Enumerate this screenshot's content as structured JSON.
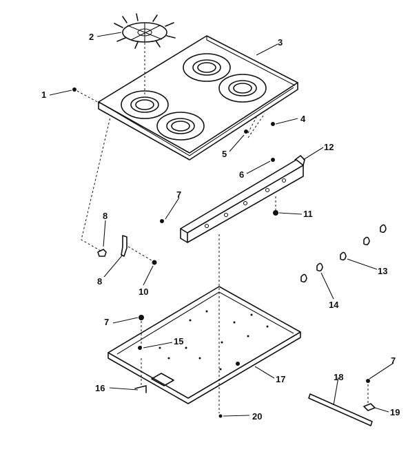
{
  "callouts": [
    {
      "id": "1",
      "label": "1"
    },
    {
      "id": "2",
      "label": "2"
    },
    {
      "id": "3",
      "label": "3"
    },
    {
      "id": "4",
      "label": "4"
    },
    {
      "id": "5",
      "label": "5"
    },
    {
      "id": "6",
      "label": "6"
    },
    {
      "id": "7a",
      "label": "7"
    },
    {
      "id": "7b",
      "label": "7"
    },
    {
      "id": "7c",
      "label": "7"
    },
    {
      "id": "8a",
      "label": "8"
    },
    {
      "id": "8b",
      "label": "8"
    },
    {
      "id": "10",
      "label": "10"
    },
    {
      "id": "11",
      "label": "11"
    },
    {
      "id": "12",
      "label": "12"
    },
    {
      "id": "13",
      "label": "13"
    },
    {
      "id": "14",
      "label": "14"
    },
    {
      "id": "15",
      "label": "15"
    },
    {
      "id": "16",
      "label": "16"
    },
    {
      "id": "17",
      "label": "17"
    },
    {
      "id": "18",
      "label": "18"
    },
    {
      "id": "19",
      "label": "19"
    },
    {
      "id": "20",
      "label": "20"
    }
  ],
  "colors": {
    "ink": "#111111",
    "background": "#ffffff"
  }
}
